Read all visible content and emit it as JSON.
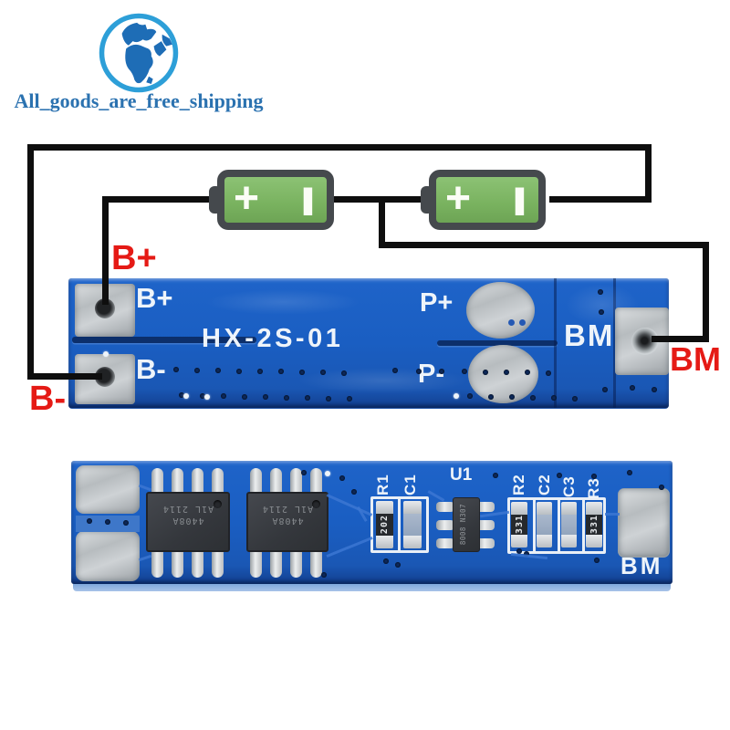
{
  "logo": {
    "shop_name": "All_goods_are_free_shipping"
  },
  "wiring_diagram": {
    "battery1": {
      "positive_symbol": "+",
      "negative_symbol": "|"
    },
    "battery2": {
      "positive_symbol": "+",
      "negative_symbol": "|"
    },
    "labels": {
      "b_plus": "B+",
      "b_minus": "B-",
      "bm": "BM"
    }
  },
  "board_top": {
    "silkscreen": {
      "b_plus": "B+",
      "b_minus": "B-",
      "model": "HX-2S-01",
      "p_plus": "P+",
      "p_minus": "P-",
      "bm": "BM"
    }
  },
  "board_bottom": {
    "silkscreen": {
      "r1": "R1",
      "c1": "C1",
      "u1": "U1",
      "r2": "R2",
      "c2": "C2",
      "c3": "C3",
      "r3": "R3",
      "bm": "BM"
    },
    "chips": [
      {
        "marking": "4408A",
        "date_code": "A1L 2114"
      },
      {
        "marking": "4408A",
        "date_code": "A1L 2114"
      }
    ],
    "u1_marking": "8008 N307",
    "r1_marking": "202",
    "r2_marking": "331",
    "r3_marking": "331"
  },
  "colors": {
    "pcb_blue": "#1a5ec2",
    "battery_green": "#7cb763",
    "wire_black": "#0e0e0e",
    "label_red": "#e51a15",
    "silkscreen_white": "#f2f6fa",
    "pad_silver": "#c6cbce",
    "logo_text_blue": "#2b72b0",
    "globe_ring": "#2d9fd8",
    "globe_land": "#1e6db6"
  }
}
